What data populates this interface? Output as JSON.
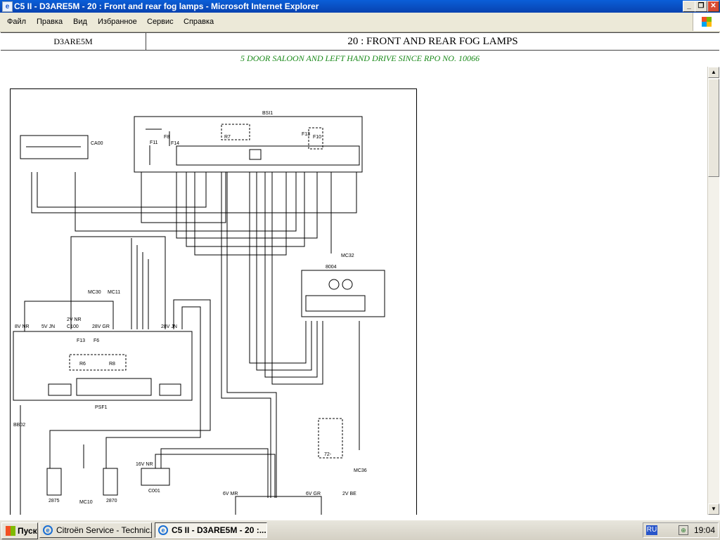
{
  "window": {
    "title": "C5 II - D3ARE5M - 20 : Front and rear fog lamps - Microsoft Internet Explorer",
    "minimize": "_",
    "restore": "❐",
    "close": "✕"
  },
  "menu": [
    "Файл",
    "Правка",
    "Вид",
    "Избранное",
    "Сервис",
    "Справка"
  ],
  "header": {
    "code": "D3ARE5M",
    "title": "20 : FRONT AND REAR FOG LAMPS",
    "subtitle": "5 DOOR SALOON AND LEFT HAND DRIVE SINCE RPO NO. 10066"
  },
  "diagram": {
    "labels": {
      "bsi": "BSI1",
      "ca00": "CA00",
      "psf": "PSF1",
      "b004": "8004",
      "mc32": "MC32",
      "mc30": "MC30",
      "mc11": "MC11",
      "mc36": "MC36",
      "mc10": "MC10",
      "c001": "C001",
      "l2875": "2875",
      "l2870": "2870",
      "bb02": "BB02",
      "t72": "72-",
      "f13": "F13",
      "f6": "F6",
      "r6": "R6",
      "r8": "R8",
      "f14": "F14",
      "f11": "F11",
      "f8": "F8",
      "f13b": "F13",
      "f10": "F10",
      "r7": "R7",
      "c100_a": "2V NR",
      "c100_b": "C100",
      "w6vmr": "6V MR",
      "w2vbe": "2V BE",
      "w6vgr": "6V GR",
      "w28vgr": "28V GR",
      "w16vnr": "16V NR",
      "w28vjn": "28V JN",
      "w5vjn": "5V JN",
      "w8vnr": "8V NR"
    }
  },
  "taskbar": {
    "start": "Пуск",
    "buttons": [
      "Citroën Service - Technic...",
      "C5 II - D3ARE5M - 20 :..."
    ],
    "lang": "RU",
    "clock": "19:04"
  }
}
